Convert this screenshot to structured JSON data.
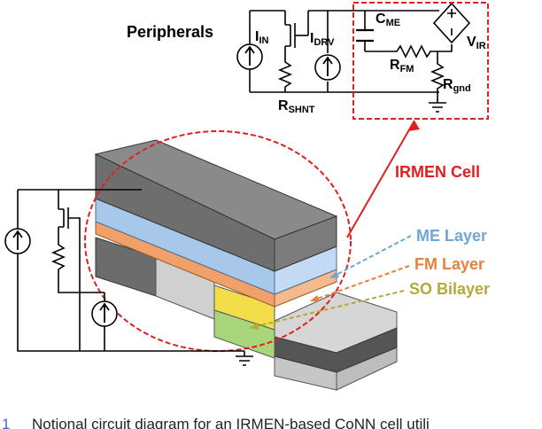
{
  "labels": {
    "peripherals": "Peripherals",
    "irmen_cell": "IRMEN Cell",
    "me_layer": "ME Layer",
    "fm_layer": "FM Layer",
    "so_bilayer": "SO Bilayer"
  },
  "symbols": {
    "i_in": {
      "main": "I",
      "sub": "IN"
    },
    "i_drv": {
      "main": "I",
      "sub": "DRV"
    },
    "c_me": {
      "main": "C",
      "sub": "ME"
    },
    "v_ir": {
      "main": "V",
      "sub": "IR"
    },
    "r_fm": {
      "main": "R",
      "sub": "FM"
    },
    "r_gnd": {
      "main": "R",
      "sub": "gnd"
    },
    "r_shnt": {
      "main": "R",
      "sub": "SHNT"
    }
  },
  "caption": {
    "number": "1",
    "text": "Notional circuit diagram for an IRMEN-based CoNN cell utili"
  },
  "colors": {
    "red_dashed": "#e0201f",
    "me_layer": "#6fa6d6",
    "fm_layer": "#e8803a",
    "so_bilayer": "#b5a83a",
    "dark_block": "#5f5f5f"
  }
}
